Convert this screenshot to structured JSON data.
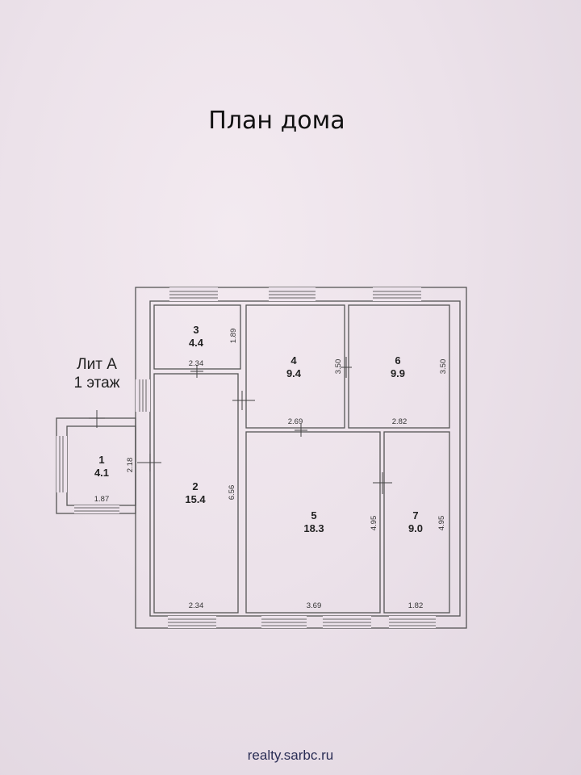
{
  "title": "План дома",
  "level_label": [
    "Лит А",
    "1 этаж"
  ],
  "watermark": "realty.sarbc.ru",
  "rooms": [
    {
      "number": "1",
      "area": "4.1",
      "dims": [
        "2.18",
        "1.87"
      ]
    },
    {
      "number": "2",
      "area": "15.4",
      "dims": [
        "2.34",
        "6.56",
        "2.34"
      ]
    },
    {
      "number": "3",
      "area": "4.4",
      "dims": [
        "1.89"
      ]
    },
    {
      "number": "4",
      "area": "9.4",
      "dims": [
        "3.50",
        "2.69"
      ]
    },
    {
      "number": "5",
      "area": "18.3",
      "dims": [
        "4.95",
        "3.69"
      ]
    },
    {
      "number": "6",
      "area": "9.9",
      "dims": [
        "3.50",
        "2.82"
      ]
    },
    {
      "number": "7",
      "area": "9.0",
      "dims": [
        "4.95",
        "1.82"
      ]
    }
  ]
}
